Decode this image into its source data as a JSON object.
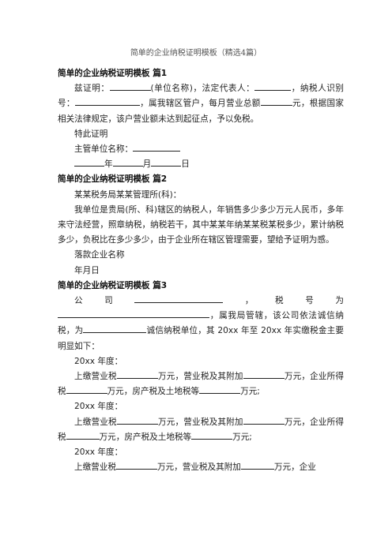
{
  "title": "简单的企业纳税证明模板（精选4篇）",
  "sections": [
    {
      "heading": "简单的企业纳税证明模板 篇1",
      "lines": [
        "兹证明：",
        "(单位名称)，法定代表人：",
        "，纳税人识别号：",
        "，属我辖区管户，每月营业总额",
        "元，根据国家相关法律规定，该户营业额未达到起征点，予以免税。",
        "特此证明",
        "主管单位名称：",
        "年",
        "月",
        "日"
      ]
    },
    {
      "heading": "简单的企业纳税证明模板 篇2",
      "lines": [
        "某某税务局某某管理所(科)：",
        "我单位是贵局(所、科)辖区的纳税人，年销售多少多少万元人民币，多年来守法经营，照章纳税，纳税若干，其中某某年纳某某税某税多少，累计纳税多少，负税比在多少多少，由于企业所在辖区管理需要，望给予证明为感。",
        "落款企业名称",
        "年月日"
      ]
    },
    {
      "heading": "简单的企业纳税证明模板 篇3",
      "intro": [
        "公",
        "司",
        "，",
        "税",
        "号",
        "为"
      ],
      "lines": [
        "，属我局管辖，该公司依法诚信纳税，为",
        "诚信纳税单位，其 20xx 年至 20xx 年实缴税金主要明显如下：",
        "20xx 年度：",
        "上缴营业税",
        "万元，营业税及其附加",
        "万元，企业所得税",
        "万元，房产税及土地税等",
        "万元;",
        "上缴营业税",
        "万元，营业税及其附加",
        "万元，企业"
      ]
    }
  ]
}
